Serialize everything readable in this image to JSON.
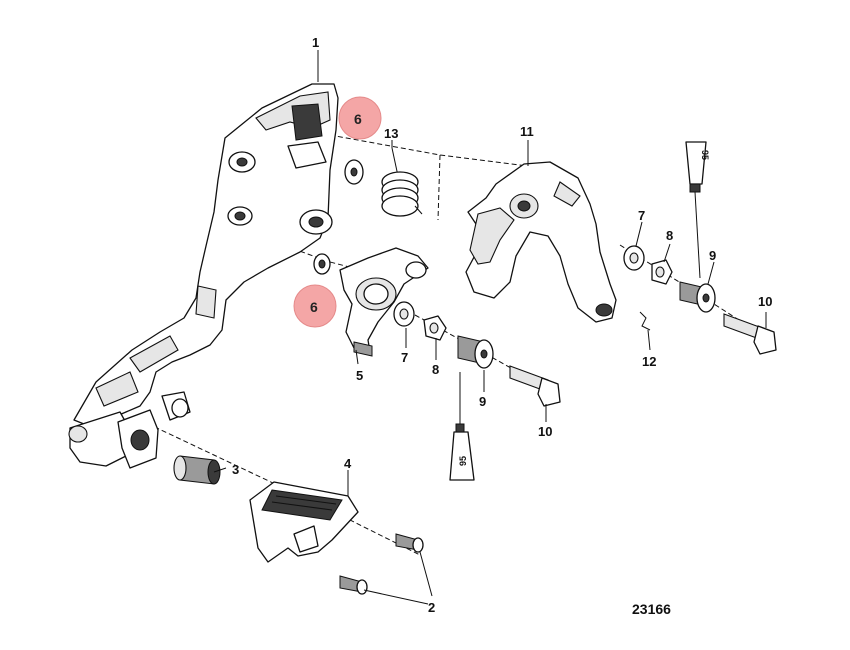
{
  "diagram": {
    "figure_id": "23166",
    "highlight_color": "#f4a6a6",
    "tube_text": "95",
    "callouts": {
      "c1": "1",
      "c2": "2",
      "c3": "3",
      "c4": "4",
      "c5": "5",
      "c6_upper": "6",
      "c6_lower": "6",
      "c7_left": "7",
      "c7_right": "7",
      "c8_left": "8",
      "c8_right": "8",
      "c9_left": "9",
      "c9_right": "9",
      "c10_left": "10",
      "c10_right": "10",
      "c11": "11",
      "c12": "12",
      "c13": "13"
    }
  }
}
